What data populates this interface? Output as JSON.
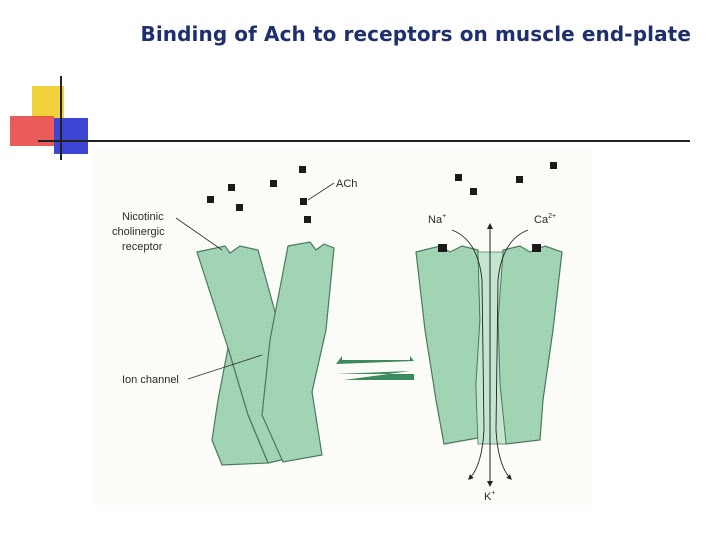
{
  "slide": {
    "title": "Binding of Ach to receptors on muscle end-plate"
  },
  "diagram": {
    "labels": {
      "ach": "ACh",
      "receptor_line1": "Nicotinic",
      "receptor_line2": "cholinergic",
      "receptor_line3": "receptor",
      "ion_channel": "Ion channel",
      "na": "Na",
      "na_sup": "+",
      "ca": "Ca",
      "ca_sup": "2+",
      "k": "K",
      "k_sup": "+"
    },
    "colors": {
      "membrane_protein": "#9fd3b3",
      "outline": "#4a7a5e",
      "arrow": "#3d8a5c",
      "title": "#1f2f6e",
      "accent_yellow": "#f2d23a",
      "accent_red": "#e84a4a",
      "accent_blue": "#3f46d6"
    }
  }
}
